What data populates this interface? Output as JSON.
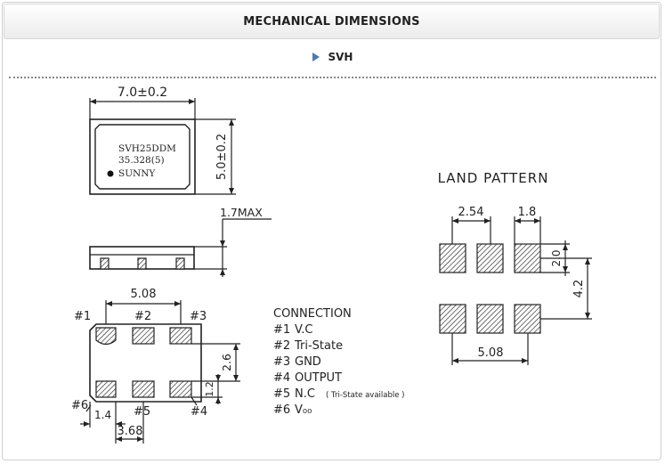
{
  "header": {
    "title": "MECHANICAL DIMENSIONS"
  },
  "model": {
    "name": "SVH"
  },
  "top_view": {
    "width_dim": "7.0±0.2",
    "height_dim": "5.0±0.2",
    "marking_lines": [
      "SVH25DDM",
      "35.328(5)",
      "SUNNY"
    ]
  },
  "side_view": {
    "height_dim": "1.7MAX"
  },
  "bottom_view": {
    "pin_labels": [
      "#1",
      "#2",
      "#3",
      "#4",
      "#5",
      "#6"
    ],
    "dim_pitch": "5.08",
    "dim_pad_spacing": "2.6",
    "dim_pad_height": "1.2",
    "dim_edge": "1.4",
    "dim_pad_center": "3.68"
  },
  "connection": {
    "title": "CONNECTION",
    "pins": [
      {
        "num": "#1",
        "text": "V.C",
        "note": ""
      },
      {
        "num": "#2",
        "text": "Tri-State",
        "note": ""
      },
      {
        "num": "#3",
        "text": "GND",
        "note": ""
      },
      {
        "num": "#4",
        "text": "OUTPUT",
        "note": ""
      },
      {
        "num": "#5",
        "text": "N.C",
        "note": "( Tri-State available )"
      },
      {
        "num": "#6",
        "text": "V₀₀",
        "note": ""
      }
    ]
  },
  "land_pattern": {
    "title": "LAND PATTERN",
    "dim_pad_pitch": "2.54",
    "dim_pad_width": "1.8",
    "dim_pad_height": "2.0",
    "dim_row_spacing": "4.2",
    "dim_total": "5.08"
  }
}
